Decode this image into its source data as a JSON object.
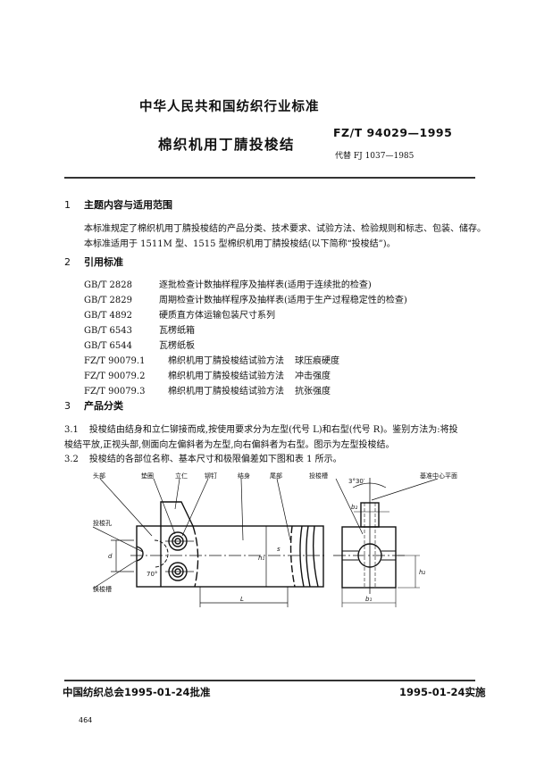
{
  "header": {
    "organization": "中华人民共和国纺织行业标准",
    "standard_code": "FZ/T 94029—1995",
    "title": "棉织机用丁腈投梭结",
    "replaces": "代替 FJ 1037—1985"
  },
  "sections": [
    {
      "number": "1",
      "title": "主题内容与适用范围",
      "paragraphs": [
        "本标准规定了棉织机用丁腈投梭结的产品分类、技术要求、试验方法、检验规则和标志、包装、储存。",
        "本标准适用于 1511M 型、1515 型棉织机用丁腈投梭结(以下简称“投梭结”)。"
      ]
    },
    {
      "number": "2",
      "title": "引用标准",
      "references": [
        {
          "code": "GB/T 2828",
          "title": "逐批检查计数抽样程序及抽样表(适用于连续批的检查)",
          "subtitle": ""
        },
        {
          "code": "GB/T 2829",
          "title": "周期检查计数抽样程序及抽样表(适用于生产过程稳定性的检查)",
          "subtitle": ""
        },
        {
          "code": "GB/T 4892",
          "title": "硬质直方体运输包装尺寸系列",
          "subtitle": ""
        },
        {
          "code": "GB/T 6543",
          "title": "瓦楞纸箱",
          "subtitle": ""
        },
        {
          "code": "GB/T 6544",
          "title": "瓦楞纸板",
          "subtitle": ""
        },
        {
          "code": "FZ/T 90079.1",
          "title": "棉织机用丁腈投梭结试验方法",
          "subtitle": "球压痕硬度"
        },
        {
          "code": "FZ/T 90079.2",
          "title": "棉织机用丁腈投梭结试验方法",
          "subtitle": "冲击强度"
        },
        {
          "code": "FZ/T 90079.3",
          "title": "棉织机用丁腈投梭结试验方法",
          "subtitle": "抗张强度"
        }
      ]
    },
    {
      "number": "3",
      "title": "产品分类",
      "clauses": [
        {
          "number": "3.1",
          "lines": [
            "投梭结由结身和立仁铆接而成,按使用要求分为左型(代号 L)和右型(代号 R)。鉴别方法为:将投",
            "梭结平放,正视头部,侧面向左偏斜者为左型,向右偏斜者为右型。图示为左型投梭结。"
          ]
        },
        {
          "number": "3.2",
          "lines": [
            "投梭结的各部位名称、基本尺寸和极限偏差如下图和表 1 所示。"
          ]
        }
      ]
    }
  ],
  "figure": {
    "labels": {
      "head": "头部",
      "washer": "垫圈",
      "post": "立仁",
      "rivet": "铆钉",
      "body": "结身",
      "tail": "尾部",
      "shuttle_hole": "投梭孔",
      "shuttle_groove": "换梭槽",
      "picking_groove": "投梭槽",
      "reference_plane": "基准中心平面"
    },
    "dimensions": {
      "d": "d",
      "h1": "h₁",
      "h2": "h₂",
      "b1": "b₁",
      "b2": "b₂",
      "L": "L",
      "s": "s",
      "angle_70": "70°",
      "angle_tilt": "3°30′"
    }
  },
  "footer": {
    "approved": "中国纺织总会1995-01-24批准",
    "implemented": "1995-01-24实施",
    "page_number": "464"
  }
}
